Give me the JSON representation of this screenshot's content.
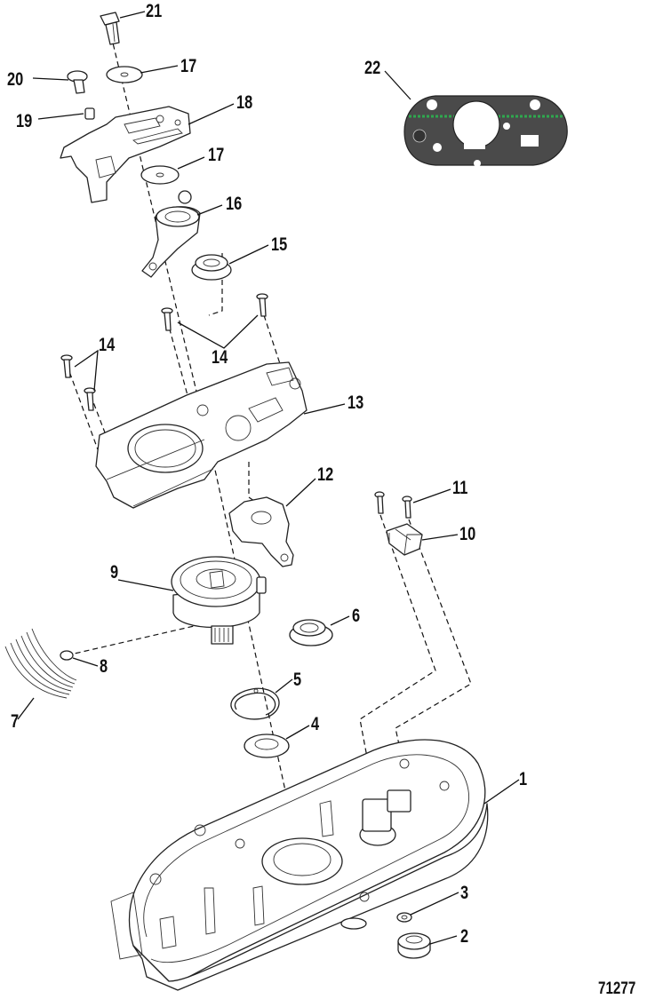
{
  "figure_number": "71277",
  "callouts": {
    "c1": "1",
    "c2": "2",
    "c3": "3",
    "c4": "4",
    "c5": "5",
    "c6": "6",
    "c7": "7",
    "c8": "8",
    "c9": "9",
    "c10": "10",
    "c11": "11",
    "c12": "12",
    "c13": "13",
    "c14a": "14",
    "c14b": "14",
    "c15": "15",
    "c16": "16",
    "c17a": "17",
    "c17b": "17",
    "c18": "18",
    "c19": "19",
    "c20": "20",
    "c21": "21",
    "c22": "22"
  },
  "colors": {
    "line": "#222222",
    "decal_fill": "#4a4a4a",
    "decal_accent": "#2fa84f",
    "background": "#ffffff"
  }
}
